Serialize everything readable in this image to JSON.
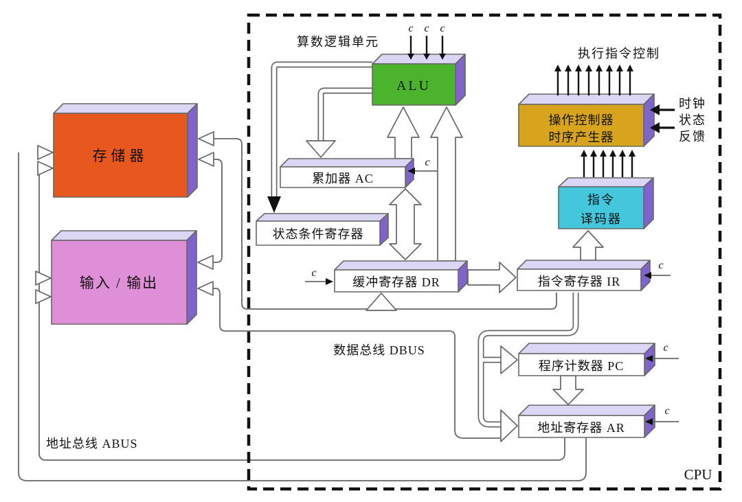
{
  "diagram": {
    "title_region": "CPU",
    "control_signal": "c",
    "annotations": {
      "alu_unit": "算数逻辑单元",
      "exec_control": "执行指令控制",
      "clock": "时钟",
      "state": "状态",
      "feedback": "反馈"
    },
    "buses": {
      "data_bus": "数据总线 DBUS",
      "address_bus": "地址总线 ABUS"
    },
    "boxes": {
      "memory": {
        "label": "存储器"
      },
      "io": {
        "label": "输入 / 输出"
      },
      "alu": {
        "label": "ALU"
      },
      "accumulator": {
        "label": "累加器 AC"
      },
      "status_register": {
        "label": "状态条件寄存器"
      },
      "buffer_register": {
        "label": "缓冲寄存器 DR"
      },
      "instruction_register": {
        "label": "指令寄存器 IR"
      },
      "operation_controller": {
        "line1": "操作控制器",
        "line2": "时序产生器"
      },
      "instruction_decoder": {
        "line1": "指令",
        "line2": "译码器"
      },
      "program_counter": {
        "label": "程序计数器 PC"
      },
      "address_register": {
        "label": "地址寄存器 AR"
      }
    },
    "colors": {
      "memory_fill": "#E8571E",
      "memory_text": "#7A2208",
      "io_fill": "#DE8FD8",
      "io_text": "#8A1A78",
      "alu_fill": "#4CB32C",
      "alu_text": "#1E4D1E",
      "controller_fill": "#D8A41E",
      "controller_text": "#222222",
      "decoder_fill": "#44C6DC",
      "decoder_text": "#14387A",
      "register_fill": "#FFFFFF",
      "box_top": "#DBD6F3",
      "box_side": "#8063CB",
      "line": "#666666",
      "black": "#111111"
    }
  }
}
